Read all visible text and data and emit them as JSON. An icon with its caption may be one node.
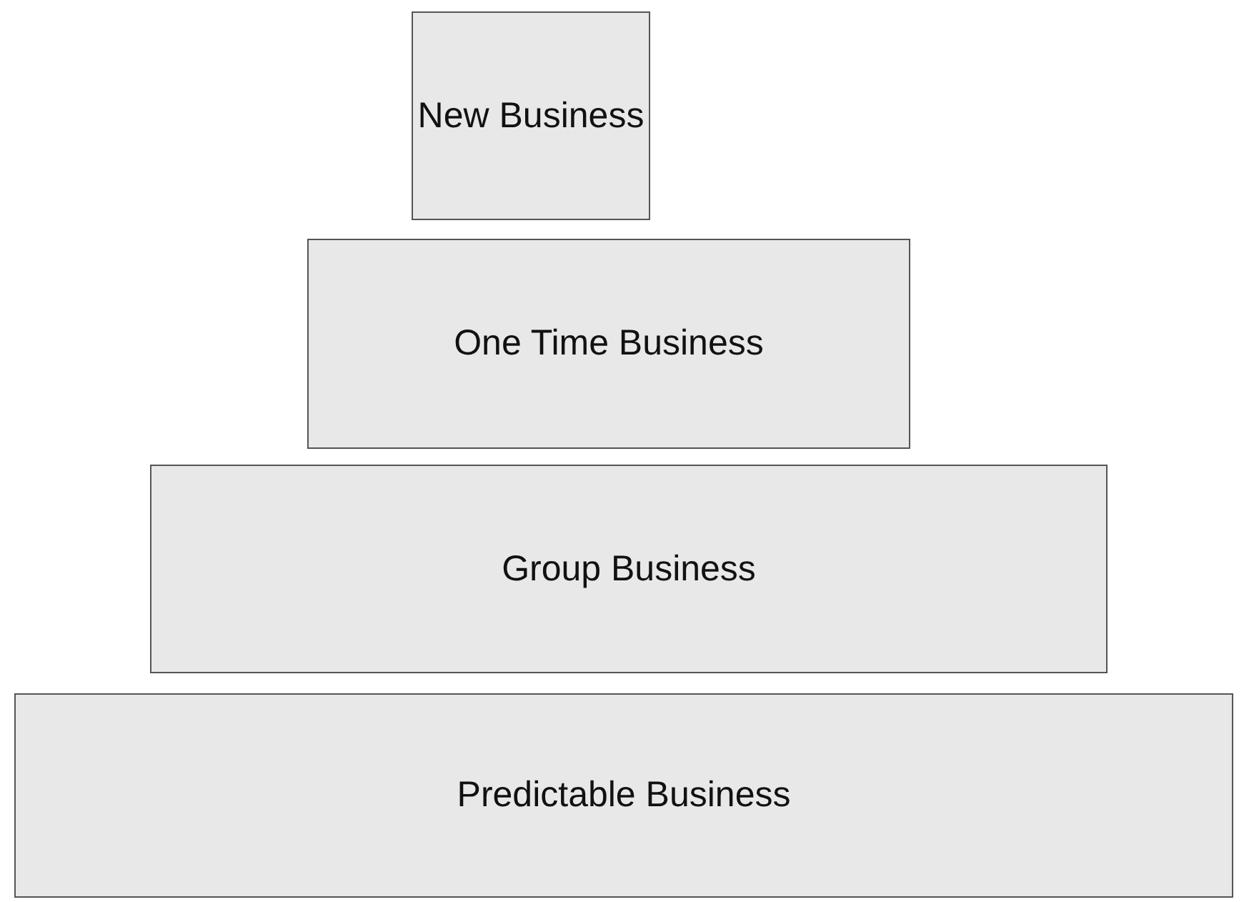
{
  "diagram": {
    "nodes": [
      {
        "text": [
          "New Business"
        ]
      },
      {
        "text": [
          "One Time Business"
        ]
      },
      {
        "text": [
          "Group Business"
        ]
      },
      {
        "text": [
          "Predictable Business"
        ]
      }
    ]
  }
}
